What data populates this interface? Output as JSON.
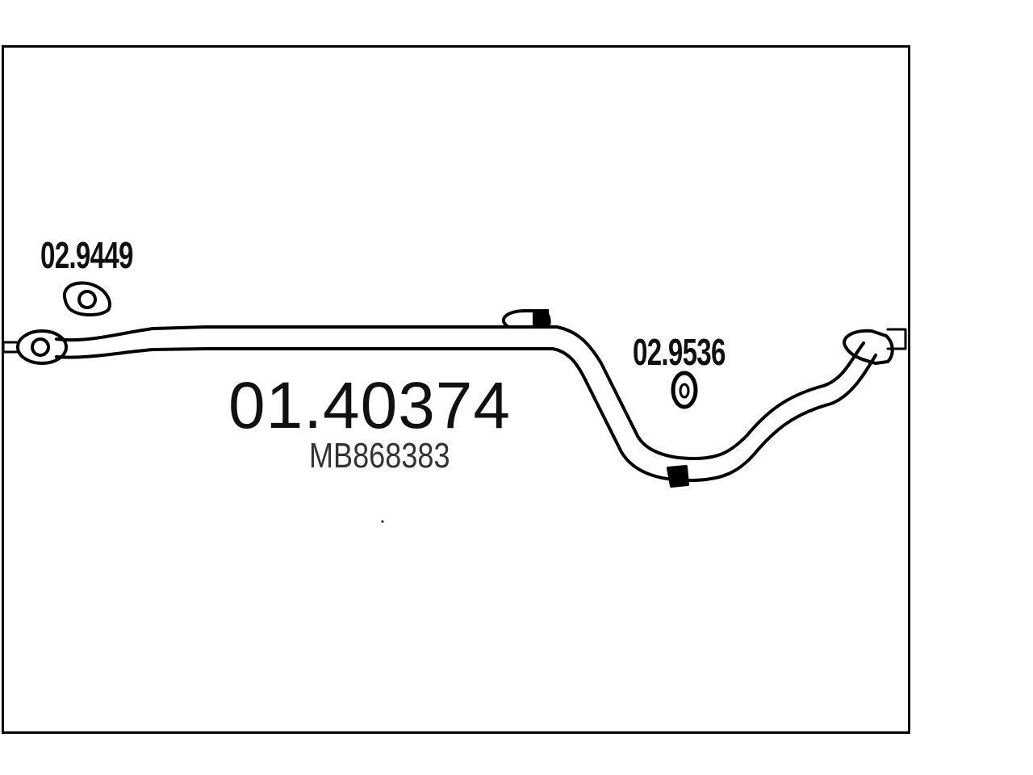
{
  "diagram": {
    "part_number": "01.40374",
    "oem_number": "MB868383",
    "components": [
      {
        "label": "02.9449",
        "icon": "flange-gasket-icon"
      },
      {
        "label": "02.9536",
        "icon": "rubber-mount-icon"
      }
    ],
    "colors": {
      "line": "#000000",
      "background": "#ffffff"
    }
  }
}
